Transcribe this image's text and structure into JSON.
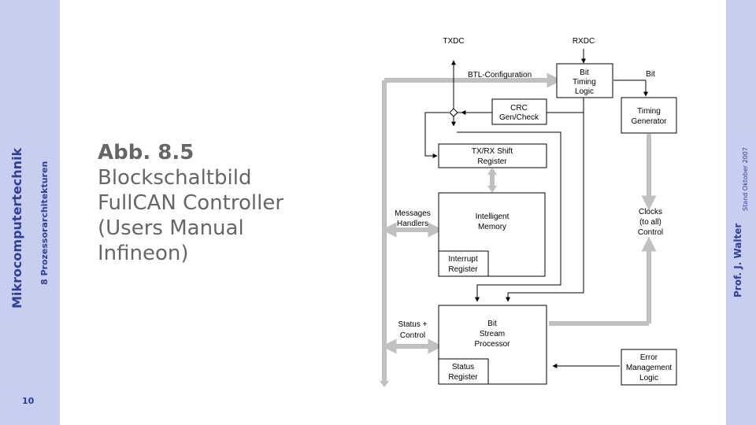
{
  "sidebar": {
    "course_title": "Mikrocomputertechnik",
    "chapter": "8 Prozessorarchitekturen",
    "page_number": "10",
    "author": "Prof. J. Walter",
    "date": "Stand Oktober 2007"
  },
  "caption": {
    "number": "Abb. 8.5",
    "line1": "Blockschaltbild",
    "line2": "FullCAN Controller",
    "line3": "(Users Manual",
    "line4": "Infineon)"
  },
  "diagram": {
    "signals": {
      "txdc": "TXDC",
      "rxdc": "RXDC",
      "btl": "BTL-Configuration",
      "bit": "Bit"
    },
    "blocks": {
      "bit_timing": [
        "Bit",
        "Timing",
        "Logic"
      ],
      "crc": [
        "CRC",
        "Gen/Check"
      ],
      "timing_generator": [
        "Timing",
        "Generator"
      ],
      "shift_register": [
        "TX/RX Shift",
        "Register"
      ],
      "intelligent_memory": [
        "Intelligent",
        "Memory"
      ],
      "interrupt_register": [
        "Interrupt",
        "Register"
      ],
      "clocks": [
        "Clocks",
        "(to all)",
        "Control"
      ],
      "bit_stream": [
        "Bit",
        "Stream",
        "Processor"
      ],
      "status_register": [
        "Status",
        "Register"
      ],
      "error_management": [
        "Error",
        "Management",
        "Logic"
      ]
    },
    "side_labels": {
      "messages_handlers": [
        "Messages",
        "Handlers"
      ],
      "status_control": [
        "Status +",
        "Control"
      ]
    }
  }
}
